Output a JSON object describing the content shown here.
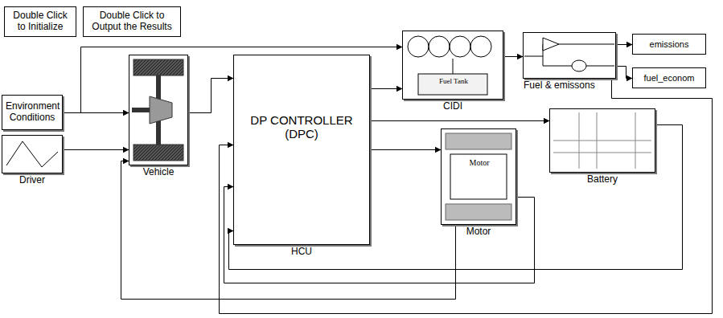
{
  "diagram": {
    "nodes": [
      {
        "text": [
          "Double Click to Initialize"
        ]
      },
      {
        "text": [
          "Double Click to Output the Results"
        ]
      },
      {
        "text": [
          "Environment Conditions"
        ]
      },
      {
        "text": [
          "Driver"
        ]
      },
      {
        "text": [
          "Vehicle"
        ]
      },
      {
        "text": [
          "DP CONTROLLER (DPC)",
          "HCU"
        ]
      },
      {
        "text": [
          "Fuel Tank",
          "CIDI"
        ]
      },
      {
        "text": [
          "Fuel & emissons"
        ]
      },
      {
        "text": [
          "emissions"
        ]
      },
      {
        "text": [
          "fuel_econom"
        ]
      },
      {
        "text": [
          "Battery"
        ]
      },
      {
        "text": [
          "Motor",
          "Motor"
        ]
      }
    ],
    "edges": [
      {
        "from": 2,
        "to": 6,
        "arrow": "to"
      },
      {
        "from": 2,
        "to": 4,
        "arrow": "to"
      },
      {
        "from": 3,
        "to": 4,
        "arrow": "to"
      },
      {
        "from": 4,
        "to": 5,
        "arrow": "to"
      },
      {
        "from": 5,
        "to": 6,
        "arrow": "to"
      },
      {
        "from": 5,
        "to": 10,
        "arrow": "to"
      },
      {
        "from": 5,
        "to": 11,
        "arrow": "to"
      },
      {
        "from": 6,
        "to": 7,
        "arrow": "to"
      },
      {
        "from": 7,
        "to": 8,
        "arrow": "to"
      },
      {
        "from": 7,
        "to": 9,
        "arrow": "to"
      },
      {
        "from": 7,
        "to": 5,
        "arrow": "to"
      },
      {
        "from": 10,
        "to": 5,
        "arrow": "to"
      },
      {
        "from": 11,
        "to": 5,
        "arrow": "to"
      },
      {
        "from": 11,
        "to": 4,
        "arrow": "to"
      }
    ]
  }
}
